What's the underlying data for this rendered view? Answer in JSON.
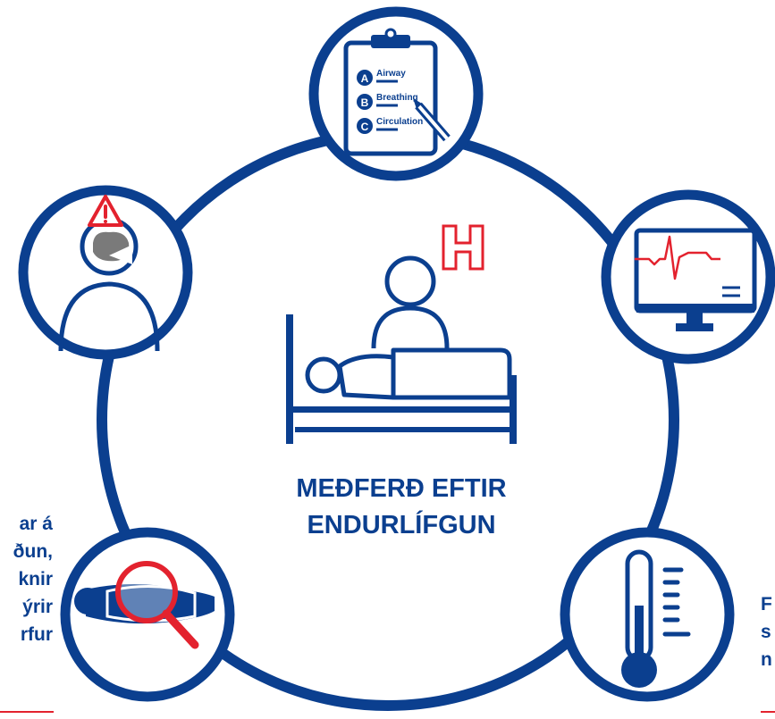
{
  "center": {
    "title_line1": "MEÐFERÐ EFTIR",
    "title_line2": "ENDURLÍFGUN",
    "hospital_letter": "H"
  },
  "checklist": {
    "items": [
      {
        "letter": "A",
        "label": "Airway"
      },
      {
        "letter": "B",
        "label": "Breathing"
      },
      {
        "letter": "C",
        "label": "Circulation"
      }
    ]
  },
  "left_text": {
    "lines": [
      "ar á",
      "ðun,",
      "knir",
      "ýrir",
      "rfur"
    ]
  },
  "right_text": {
    "lines": [
      "F",
      "s",
      "n"
    ]
  },
  "colors": {
    "primary": "#0b3f8f",
    "accent": "#e3222e",
    "brain": "#7a7a7a"
  },
  "icons": [
    "checklist-icon",
    "ecg-monitor-icon",
    "thermometer-icon",
    "body-search-icon",
    "brain-warning-icon",
    "hospital-bed-icon"
  ]
}
